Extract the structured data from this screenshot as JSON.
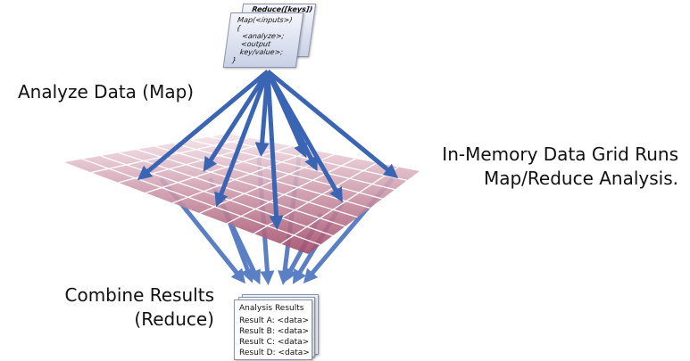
{
  "labels": {
    "analyze": "Analyze Data (Map)",
    "grid_line1": "In-Memory Data Grid Runs",
    "grid_line2": "Map/Reduce Analysis.",
    "combine_line1": "Combine Results",
    "combine_line2": "(Reduce)"
  },
  "code_card": {
    "reduce_title": "Reduce([keys])",
    "lines": [
      "Map(<inputs>)",
      "{",
      "   <analyze>;",
      "   <output",
      "   key/value>;",
      "}"
    ]
  },
  "results_card": {
    "title": "Analysis Results",
    "rows": [
      "Result A: <data>",
      "Result B: <data>",
      "Result C: <data>",
      "Result D: <data>"
    ]
  },
  "colors": {
    "arrow": "#3a64b4",
    "grid": "#b0607a"
  }
}
